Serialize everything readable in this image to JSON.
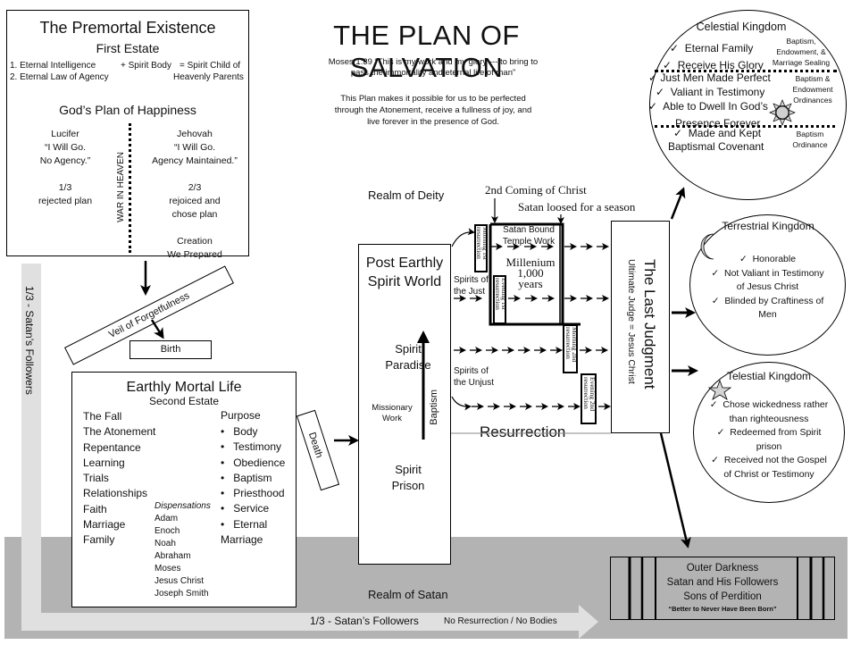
{
  "title": "THE PLAN OF SALVATION",
  "scripture": [
    "Moses 1:39 “This is my work and my glory --- to bring to",
    "pass the immortality and eternal life of man”"
  ],
  "purpose": [
    "This Plan makes it possible for us to be perfected",
    "through the Atonement, receive a fullness of joy, and",
    "live forever in the presence of God."
  ],
  "premortal": {
    "title": "The Premortal Existence",
    "subtitle": "First Estate",
    "row1_left": "1. Eternal Intelligence",
    "row1_mid": "+ Spirit Body",
    "row1_right": "=  Spirit Child of",
    "row2_left": "2. Eternal Law of Agency",
    "row2_right": "Heavenly Parents",
    "plan_title": "God’s Plan of Happiness",
    "lucifer": [
      "Lucifer",
      "“I Will Go.",
      "No Agency.”",
      "",
      "1/3",
      "rejected plan"
    ],
    "war_label": "WAR IN HEAVEN",
    "jehovah": [
      "Jehovah",
      "“I Will Go.",
      "Agency Maintained.”",
      "",
      "2/3",
      "rejoiced and",
      "chose plan",
      "",
      "Creation",
      "We Prepared"
    ]
  },
  "veil": "Veil of Forgetfulness",
  "birth": "Birth",
  "satans_followers_vertical": "1/3 - Satan’s Followers",
  "mortal": {
    "title": "Earthly Mortal Life",
    "subtitle": "Second Estate",
    "left_items": [
      "The Fall",
      "The Atonement",
      "Repentance",
      "Learning",
      "Trials",
      "Relationships",
      "Faith",
      "Marriage",
      "Family"
    ],
    "dispensations_label": "Dispensations",
    "dispensations": [
      "Adam",
      "Enoch",
      "Noah",
      "Abraham",
      "Moses",
      "Jesus Christ",
      "Joseph Smith"
    ],
    "purpose_label": "Purpose",
    "purpose_items": [
      "Body",
      "Testimony",
      "Obedience",
      "Baptism",
      "Priesthood",
      "Service",
      "Eternal Marriage"
    ]
  },
  "death": "Death",
  "spirit_world": {
    "title": [
      "Post Earthly",
      "Spirit World"
    ],
    "paradise": [
      "Spirit",
      "Paradise"
    ],
    "missionary": [
      "Missionary",
      "Work"
    ],
    "baptism": "Baptism",
    "prison": [
      "Spirit",
      "Prison"
    ]
  },
  "realm_deity": "Realm of Deity",
  "realm_satan": "Realm of Satan",
  "second_coming": "2nd Coming of Christ",
  "satan_loosed": "Satan loosed for a season",
  "spirits_just": [
    "Spirits of",
    "the Just"
  ],
  "spirits_unjust": [
    "Spirits of",
    "the Unjust"
  ],
  "millennium": {
    "bound": [
      "Satan Bound",
      "Temple Work"
    ],
    "label": [
      "Millenium",
      "1,000",
      "years"
    ]
  },
  "resurrections": {
    "morning1": [
      "Morning 1st",
      "resurrection"
    ],
    "evening1": [
      "Evening 1st",
      "resurrection"
    ],
    "morning2": [
      "Morning 2nd",
      "resurrection"
    ],
    "evening2": [
      "Evening 2nd",
      "resurrection"
    ]
  },
  "resurrection": "Resurrection",
  "judgment": {
    "title": "The Last Judgment",
    "subtitle": "Ultimate Judge = Jesus Christ"
  },
  "celestial": {
    "title": "Celestial Kingdom",
    "tier1": [
      "Eternal Family",
      "Receive His Glory"
    ],
    "tier1_ordinance": [
      "Baptism,",
      "Endowment, &",
      "Marriage Sealing"
    ],
    "tier2": [
      "Just Men Made Perfect",
      "Valiant in Testimony",
      "Able to Dwell In God’s",
      "Presence Forever"
    ],
    "tier2_ordinance": [
      "Baptism &",
      "Endowment",
      "Ordinances"
    ],
    "tier3": [
      "Made and Kept",
      "Baptismal Covenant"
    ],
    "tier3_ordinance": [
      "Baptism",
      "Ordinance"
    ]
  },
  "terrestrial": {
    "title": "Terrestrial Kingdom",
    "items": [
      "Honorable",
      "Not Valiant in Testimony",
      "of Jesus Christ",
      "Blinded by Craftiness of",
      "Men"
    ]
  },
  "telestial": {
    "title": "Telestial Kingdom",
    "items": [
      "Chose wickedness rather",
      "than righteousness",
      "Redeemed from Spirit",
      "prison",
      "Received not the Gospel",
      "of Christ or Testimony"
    ]
  },
  "outer_darkness": {
    "lines": [
      "Outer Darkness",
      "Satan and His Followers",
      "Sons of Perdition"
    ],
    "quote": "“Better to Never Have Been Born”"
  },
  "bottom_arrow": {
    "label": "1/3 - Satan’s Followers",
    "note": "No Resurrection / No Bodies"
  },
  "colors": {
    "realm_satan_gray": "#b3b3b3",
    "followers_arrow_gray": "#e0e0e0",
    "ink": "#000000"
  }
}
